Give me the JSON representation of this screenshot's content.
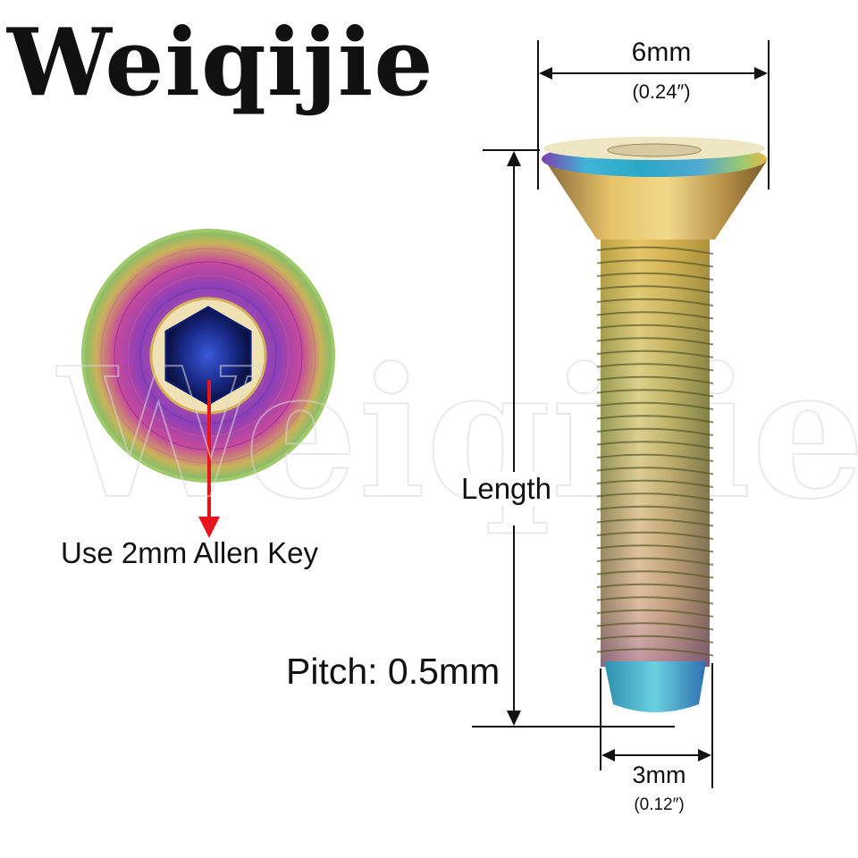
{
  "brand": {
    "logo_text": "Weiqijie",
    "watermark_text": "Weiqijie"
  },
  "annotations": {
    "allen_key": "Use 2mm Allen Key",
    "length": "Length",
    "pitch": "Pitch: 0.5mm",
    "head_diameter_mm": "6mm",
    "head_diameter_in": "(0.24″)",
    "thread_diameter_mm": "3mm",
    "thread_diameter_in": "(0.12″)"
  },
  "colors": {
    "arrow": "#e8141b",
    "dimension_lines": "#111111",
    "finish": [
      "#7b3fb0",
      "#d2418f",
      "#e6b64a",
      "#9fc96a",
      "#3fb5d6",
      "#2f4fc7"
    ]
  }
}
